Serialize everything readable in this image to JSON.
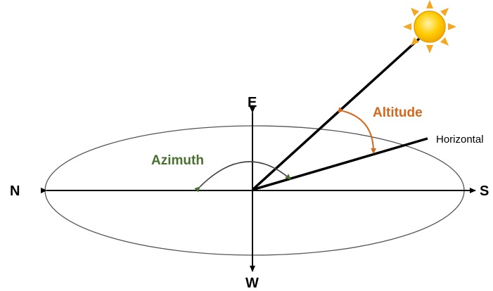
{
  "labels": {
    "north": "N",
    "south": "S",
    "east": "E",
    "west": "W",
    "altitude": "Altitude",
    "azimuth": "Azimuth",
    "horizontal": "Horizontal"
  },
  "colors": {
    "line": "#000000",
    "ellipse": "#555555",
    "altitude": "#d2691e",
    "azimuth": "#4a7030",
    "azimuth_arc": "#444444",
    "sun_fill": "#ffcc00",
    "sun_center": "#ffe680",
    "sun_stroke": "#e8a000",
    "sun_ray": "#f5a623"
  },
  "icons": {
    "sun": "sun-icon"
  }
}
